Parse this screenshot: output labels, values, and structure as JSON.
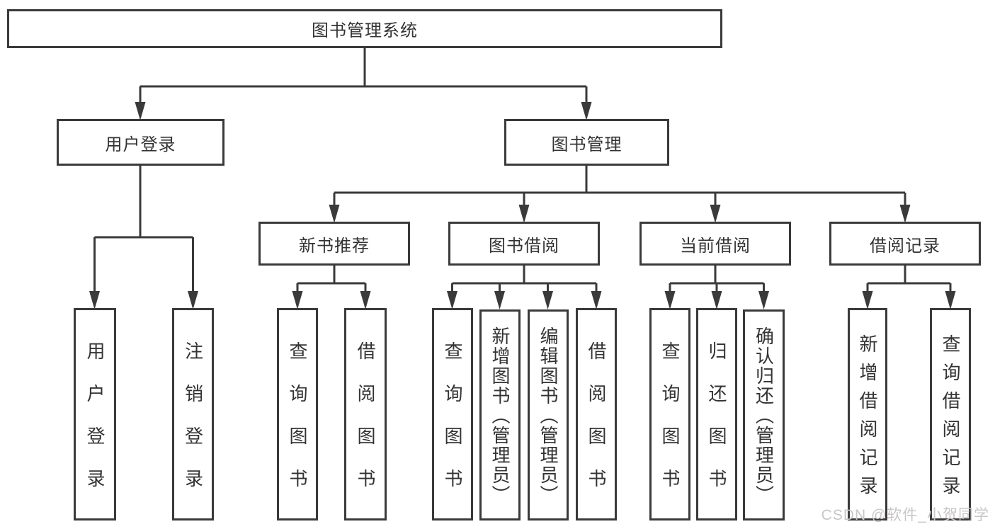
{
  "diagram": {
    "title": "图书管理系统",
    "watermark": "CSDN @软件_小贺同学",
    "colors": {
      "line": "#3a3a3a",
      "text": "#333333",
      "background": "#ffffff",
      "watermark": "#c9c6c6"
    },
    "nodes": {
      "root": {
        "label": "图书管理系统"
      },
      "user_login": {
        "label": "用户登录"
      },
      "book_mgmt": {
        "label": "图书管理"
      },
      "new_books": {
        "label": "新书推荐"
      },
      "book_borrow": {
        "label": "图书借阅"
      },
      "current_borrow": {
        "label": "当前借阅"
      },
      "borrow_records": {
        "label": "借阅记录"
      },
      "leaf_user_login": {
        "label": "用户登录"
      },
      "leaf_logout": {
        "label": "注销登录"
      },
      "leaf_nb_query": {
        "label": "查询图书"
      },
      "leaf_nb_borrow": {
        "label": "借阅图书"
      },
      "leaf_bb_query": {
        "label": "查询图书"
      },
      "leaf_bb_add": {
        "label": "新增图书（管理员）"
      },
      "leaf_bb_edit": {
        "label": "编辑图书（管理员）"
      },
      "leaf_bb_borrow": {
        "label": "借阅图书"
      },
      "leaf_cb_query": {
        "label": "查询图书"
      },
      "leaf_cb_return": {
        "label": "归还图书"
      },
      "leaf_cb_confirm": {
        "label": "确认归还（管理员）"
      },
      "leaf_br_add": {
        "label": "新增借阅记录"
      },
      "leaf_br_query": {
        "label": "查询借阅记录"
      }
    },
    "edges": [
      {
        "from": "root",
        "to": "user_login"
      },
      {
        "from": "root",
        "to": "book_mgmt"
      },
      {
        "from": "user_login",
        "to": "leaf_user_login"
      },
      {
        "from": "user_login",
        "to": "leaf_logout"
      },
      {
        "from": "book_mgmt",
        "to": "new_books"
      },
      {
        "from": "book_mgmt",
        "to": "book_borrow"
      },
      {
        "from": "book_mgmt",
        "to": "current_borrow"
      },
      {
        "from": "book_mgmt",
        "to": "borrow_records"
      },
      {
        "from": "new_books",
        "to": "leaf_nb_query"
      },
      {
        "from": "new_books",
        "to": "leaf_nb_borrow"
      },
      {
        "from": "book_borrow",
        "to": "leaf_bb_query"
      },
      {
        "from": "book_borrow",
        "to": "leaf_bb_add"
      },
      {
        "from": "book_borrow",
        "to": "leaf_bb_edit"
      },
      {
        "from": "book_borrow",
        "to": "leaf_bb_borrow"
      },
      {
        "from": "current_borrow",
        "to": "leaf_cb_query"
      },
      {
        "from": "current_borrow",
        "to": "leaf_cb_return"
      },
      {
        "from": "current_borrow",
        "to": "leaf_cb_confirm"
      },
      {
        "from": "borrow_records",
        "to": "leaf_br_add"
      },
      {
        "from": "borrow_records",
        "to": "leaf_br_query"
      }
    ]
  }
}
